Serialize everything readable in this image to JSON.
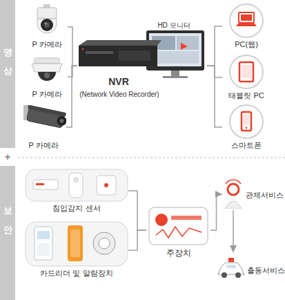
{
  "diagram": {
    "nodes": [
      {
        "text": [
          "P 카메라"
        ]
      },
      {
        "text": [
          "P 카메라"
        ]
      },
      {
        "text": [
          "P 카메라"
        ]
      },
      {
        "text": [
          "NVR",
          "(Network Video Recorder)"
        ]
      },
      {
        "text": [
          "PC(웹)"
        ]
      },
      {
        "text": [
          "태블릿 PC"
        ]
      },
      {
        "text": [
          "스마트폰"
        ]
      },
      {
        "text": [
          "침입감지 센서"
        ]
      },
      {
        "text": [
          "카드리더 및 알람장치"
        ]
      },
      {
        "text": [
          "주장치"
        ]
      },
      {
        "text": [
          "관제서비스"
        ]
      },
      {
        "text": [
          "출동서비스"
        ]
      }
    ],
    "edges": [
      {
        "from": 0,
        "to": 3,
        "arrow": "none"
      },
      {
        "from": 1,
        "to": 3,
        "arrow": "none"
      },
      {
        "from": 2,
        "to": 3,
        "arrow": "none"
      },
      {
        "from": 3,
        "to": 4,
        "arrow": "none"
      },
      {
        "from": 3,
        "to": 5,
        "arrow": "none"
      },
      {
        "from": 3,
        "to": 6,
        "arrow": "none"
      },
      {
        "from": 7,
        "to": 9,
        "arrow": "none"
      },
      {
        "from": 8,
        "to": 9,
        "arrow": "none"
      },
      {
        "from": 9,
        "to": 10,
        "arrow": "to"
      },
      {
        "from": 10,
        "to": 11,
        "arrow": "to"
      }
    ],
    "labels": [
      "영상",
      "HD 모니터",
      "+",
      "보안"
    ]
  }
}
